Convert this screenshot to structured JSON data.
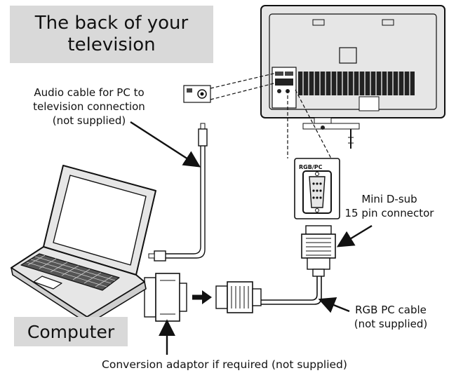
{
  "header": {
    "title_line1": "The back of your",
    "title_line2": "television"
  },
  "computer_label": "Computer",
  "callouts": {
    "audio_line1": "Audio cable for PC to",
    "audio_line2": "television connection",
    "audio_line3": "(not supplied)",
    "dsub_line1": "Mini D-sub",
    "dsub_line2": "15 pin connector",
    "rgb_line1": "RGB PC cable",
    "rgb_line2": "(not supplied)",
    "adaptor": "Conversion adaptor if required (not supplied)"
  },
  "port_label": "RGB/PC",
  "colors": {
    "label_box": "#d9d9d9",
    "line": "#111111",
    "tv_fill": "#e6e6e6"
  }
}
